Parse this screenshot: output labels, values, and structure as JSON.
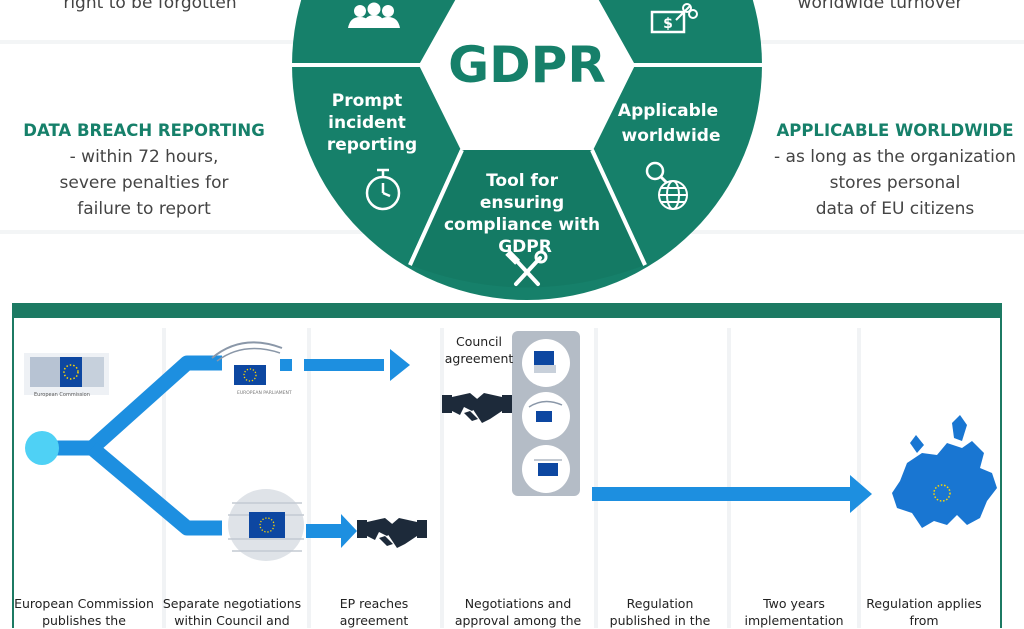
{
  "gdpr": {
    "center_title": "GDPR",
    "segments": {
      "top_left_icon": "people-icon",
      "top_right_icon": "money-scissors-icon",
      "left": "Prompt incident reporting",
      "left_lines": [
        "Prompt",
        "incident",
        "reporting"
      ],
      "left_icon": "stopwatch-icon",
      "bottom": "Tool for ensuring compliance with GDPR",
      "bottom_lines": [
        "Tool for",
        "ensuring",
        "compliance with",
        "GDPR"
      ],
      "bottom_icon": "tools-icon",
      "right": "Applicable worldwide",
      "right_lines": [
        "Applicable",
        "worldwide"
      ],
      "right_icon": "globe-search-icon"
    },
    "side_top_left_partial": "right to be forgotten",
    "side_top_right_partial": "worldwide turnover",
    "side_left": {
      "heading": "DATA BREACH REPORTING",
      "lines": [
        "- within 72 hours,",
        "severe penalties for",
        "failure to report"
      ]
    },
    "side_right": {
      "heading": "APPLICABLE WORLDWIDE",
      "lines": [
        "- as long as the organization",
        "stores personal",
        "data of EU citizens"
      ]
    },
    "colors": {
      "green": "#16806a",
      "dark_green": "#126e5a",
      "text": "#444444"
    }
  },
  "timeline": {
    "council_label": "Council agreement",
    "council_label_lines": [
      "Council",
      "agreement"
    ],
    "ec_caption": "European Commission",
    "ep_caption": "EUROPEAN PARLIAMENT",
    "columns": [
      {
        "label_lines": [
          "European Commission",
          "publishes the"
        ]
      },
      {
        "label_lines": [
          "Separate negotiations",
          "within Council and"
        ]
      },
      {
        "label_lines": [
          "EP reaches",
          "agreement"
        ]
      },
      {
        "label_lines": [
          "Negotiations and",
          "approval among the"
        ]
      },
      {
        "label_lines": [
          "Regulation",
          "published in the"
        ]
      },
      {
        "label_lines": [
          "Two years",
          "implementation"
        ]
      },
      {
        "label_lines": [
          "Regulation applies",
          "from"
        ]
      }
    ],
    "colors": {
      "arrow_blue": "#1d8fe0",
      "eu_blue": "#0d47a1",
      "eu_star": "#ffd700",
      "handshake": "#1d2a3a",
      "start_dot": "#4fd1f5",
      "map_blue": "#1976d2"
    }
  }
}
